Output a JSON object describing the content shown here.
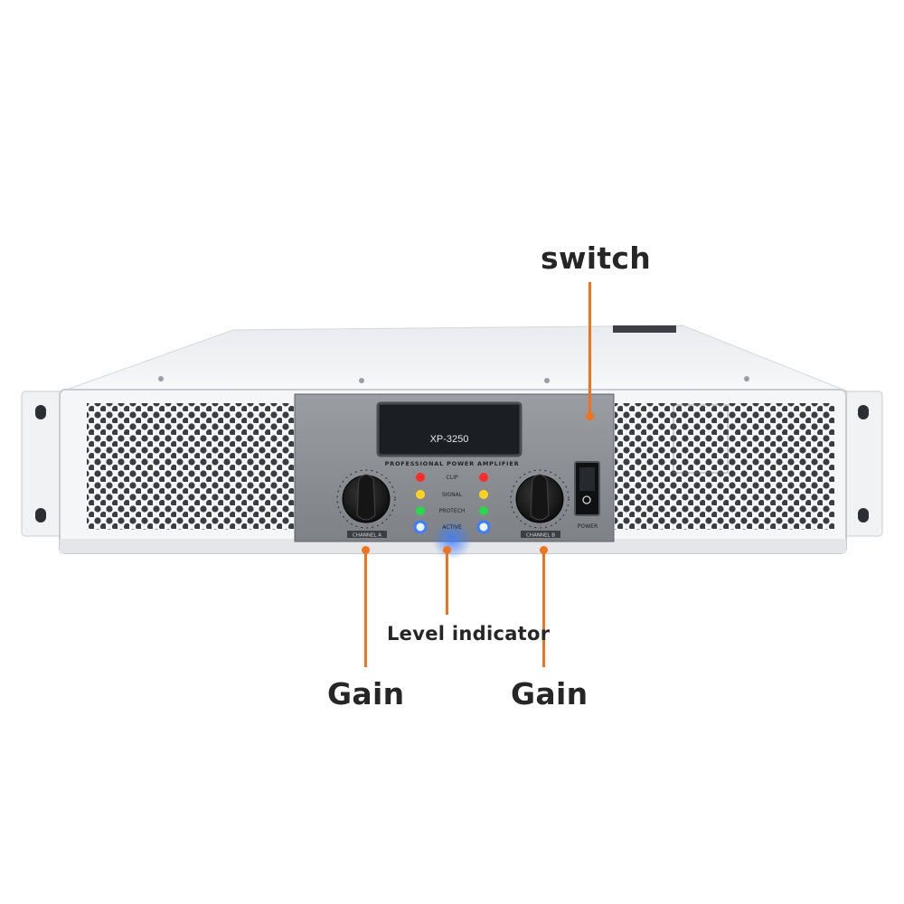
{
  "product": {
    "model": "XP-3250",
    "panel_title": "PROFESSIONAL POWER AMPLIFIER",
    "power_label": "POWER",
    "channel_a_label": "CHANNEL A",
    "channel_b_label": "CHANNEL B",
    "indicators": [
      {
        "label": "CLIP",
        "color": "#ff2a2a"
      },
      {
        "label": "SIGNAL",
        "color": "#ffd21f"
      },
      {
        "label": "PROTECH",
        "color": "#2bd84a"
      },
      {
        "label": "ACTIVE",
        "color": "#e8f6ff"
      }
    ]
  },
  "callouts": {
    "switch": "switch",
    "level_indicator": "Level indicator",
    "gain_left": "Gain",
    "gain_right": "Gain"
  },
  "colors": {
    "accent": "#f0731e",
    "chassis": "#f4f5f6",
    "panel": "#8e9296",
    "display": "#1b1e22"
  },
  "icons": {
    "knob": "gain-knob-icon",
    "switch": "rocker-switch-icon"
  }
}
